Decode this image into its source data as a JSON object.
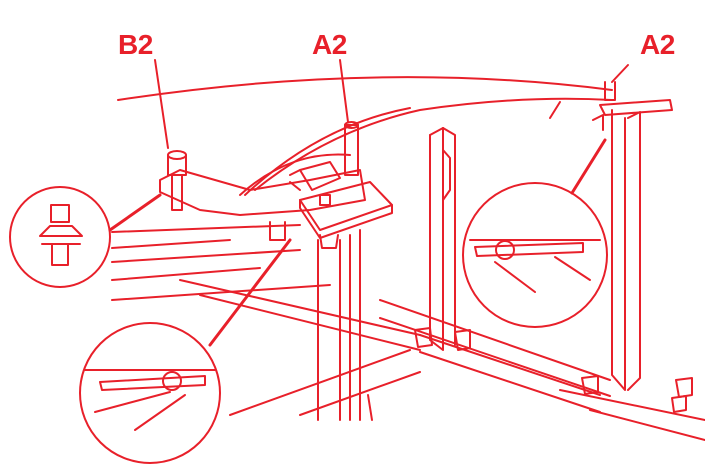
{
  "labels": {
    "b2": "B2",
    "a2_center": "A2",
    "a2_right": "A2"
  },
  "colors": {
    "ink": "#e8202a",
    "background": "#ffffff"
  }
}
